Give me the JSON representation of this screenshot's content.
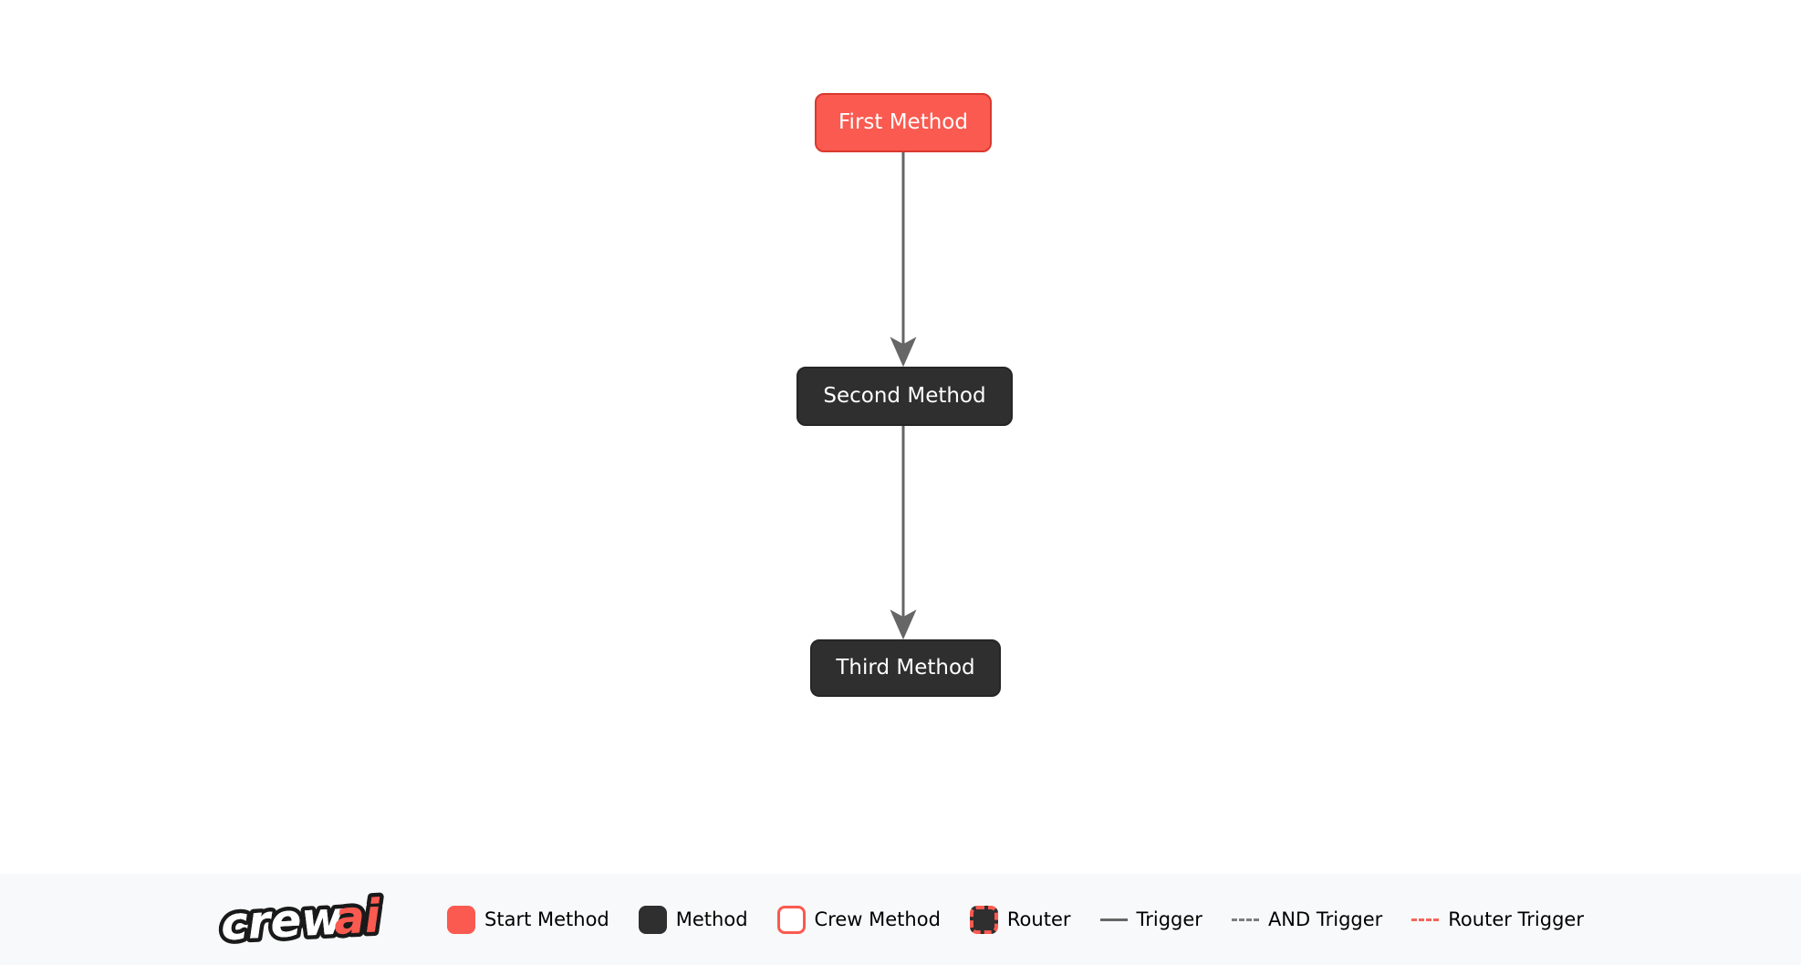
{
  "diagram": {
    "nodes": [
      {
        "id": "first",
        "label": "First Method",
        "type": "start-method"
      },
      {
        "id": "second",
        "label": "Second Method",
        "type": "method"
      },
      {
        "id": "third",
        "label": "Third Method",
        "type": "method"
      }
    ],
    "edges": [
      {
        "from": "first",
        "to": "second",
        "type": "trigger"
      },
      {
        "from": "second",
        "to": "third",
        "type": "trigger"
      }
    ]
  },
  "legend": {
    "logo": {
      "part1": "crew",
      "part2": "ai"
    },
    "items": [
      {
        "label": "Start Method",
        "swatch": "start-method-box"
      },
      {
        "label": "Method",
        "swatch": "method-box"
      },
      {
        "label": "Crew Method",
        "swatch": "crew-method-box"
      },
      {
        "label": "Router",
        "swatch": "router-box"
      },
      {
        "label": "Trigger",
        "swatch": "solid-gray-line"
      },
      {
        "label": "AND Trigger",
        "swatch": "dashed-gray-line"
      },
      {
        "label": "Router Trigger",
        "swatch": "dashed-red-line"
      }
    ]
  },
  "colors": {
    "start_fill": "#fa5a50",
    "start_border": "#d9392e",
    "method_fill": "#2f2f2f",
    "method_border": "#262626",
    "edge_color": "#666666",
    "legend_bg": "#f8f9fa"
  }
}
